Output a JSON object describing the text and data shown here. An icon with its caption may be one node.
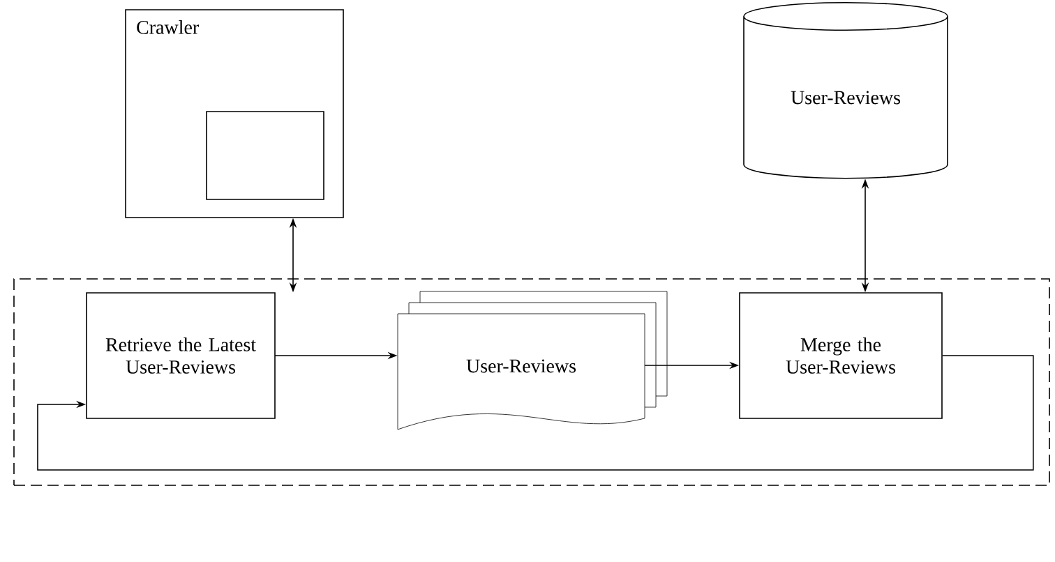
{
  "diagram": {
    "nodes": [
      {
        "text": [
          "Crawler"
        ]
      },
      {
        "text": [],
        "shape": "box",
        "in": 0
      },
      {
        "text": [],
        "shape": "box"
      },
      {
        "text": [
          "User-Reviews"
        ]
      },
      {
        "text": [
          "Retrieve the Latest User-Reviews"
        ],
        "in": 2
      },
      {
        "text": [
          "User-Reviews"
        ],
        "in": 2
      },
      {
        "text": [
          "Merge the User-Reviews"
        ],
        "in": 2
      }
    ],
    "edges": [
      {
        "from": 0,
        "to": 4,
        "arrow": "both"
      },
      {
        "from": 3,
        "to": 6,
        "arrow": "both"
      },
      {
        "from": 4,
        "to": 5,
        "arrow": "to"
      },
      {
        "from": 5,
        "to": 6,
        "arrow": "to"
      },
      {
        "from": 6,
        "to": 4,
        "arrow": "to"
      }
    ]
  }
}
